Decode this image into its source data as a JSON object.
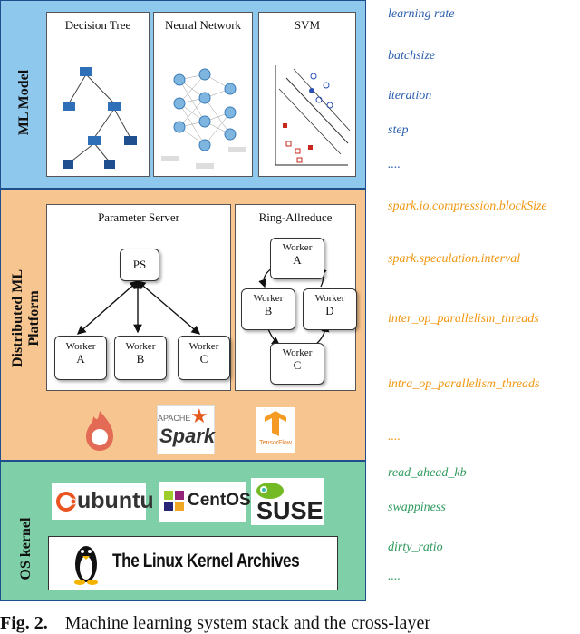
{
  "layers": {
    "ml_model": "ML Model",
    "distributed_line1": "Distributed ML",
    "distributed_line2": "Platform",
    "os_kernel": "OS kernel"
  },
  "ml_panels": {
    "decision_tree": "Decision Tree",
    "neural_network": "Neural Network",
    "svm": "SVM"
  },
  "distributed": {
    "parameter_server": {
      "title": "Parameter Server",
      "ps": "PS",
      "workers": [
        {
          "label": "Worker",
          "id": "A"
        },
        {
          "label": "Worker",
          "id": "B"
        },
        {
          "label": "Worker",
          "id": "C"
        }
      ]
    },
    "ring_allreduce": {
      "title": "Ring-Allreduce",
      "workers": [
        {
          "label": "Worker",
          "id": "A"
        },
        {
          "label": "Worker",
          "id": "B"
        },
        {
          "label": "Worker",
          "id": "D"
        },
        {
          "label": "Worker",
          "id": "C"
        }
      ]
    },
    "frameworks": [
      "Spark",
      "TensorFlow"
    ]
  },
  "os": {
    "distros": [
      "ubuntu",
      "CentOS",
      "SUSE"
    ],
    "kernel_archive": "The Linux Kernel Archives"
  },
  "parameters": {
    "ml": [
      "learning rate",
      "batchsize",
      "iteration",
      "step",
      "...."
    ],
    "platform": [
      "spark.io.compression.blockSize",
      "spark.speculation.interval",
      "inter_op_parallelism_threads",
      "intra_op_parallelism_threads",
      "...."
    ],
    "os": [
      "read_ahead_kb",
      "swappiness",
      "dirty_ratio",
      "...."
    ]
  },
  "caption": {
    "label": "Fig. 2.",
    "text": "Machine learning system stack and the cross-layer"
  },
  "colors": {
    "ml_layer": "#8ec8ec",
    "platform_layer": "#f7c58f",
    "os_layer": "#7fcfa8",
    "ml_params": "#2b5fae",
    "platform_params": "#f0960f",
    "os_params": "#2e9a5e"
  }
}
